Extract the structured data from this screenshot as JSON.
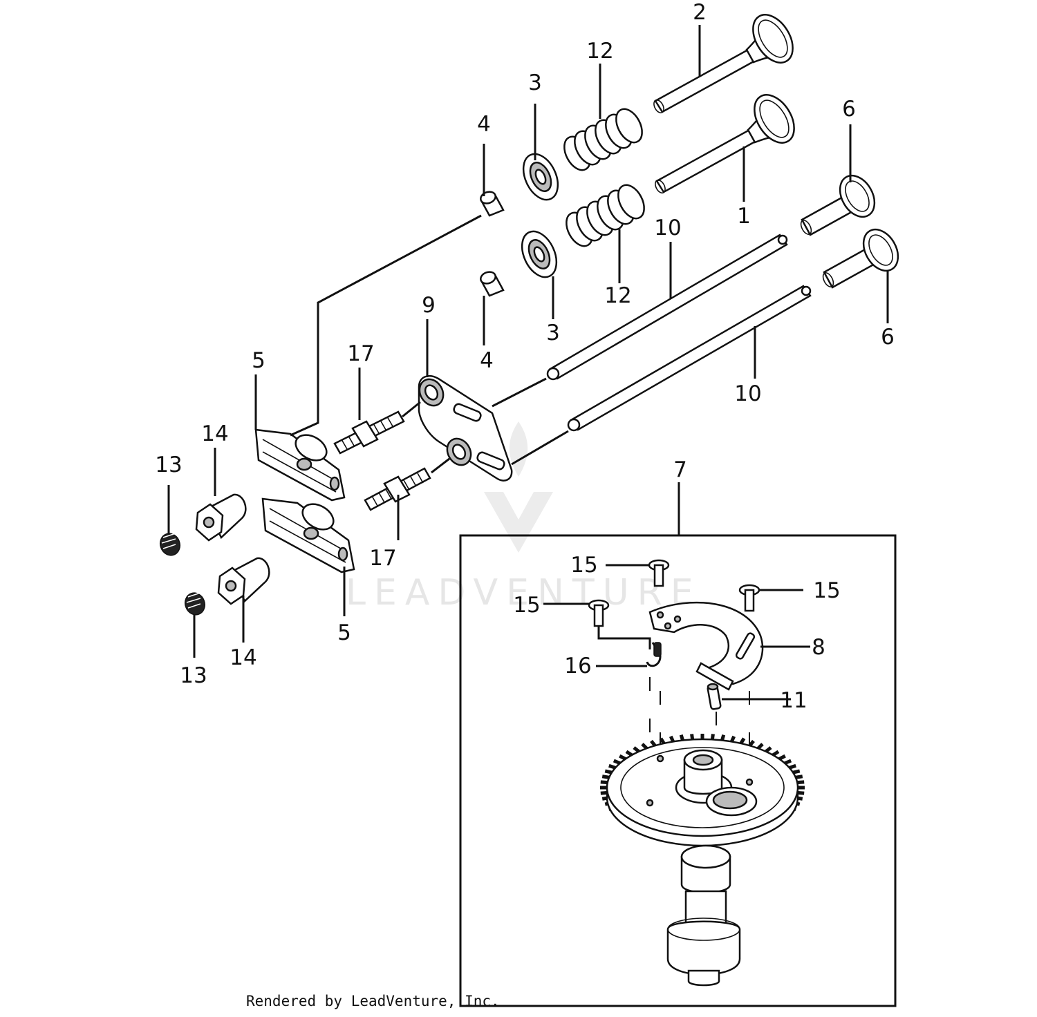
{
  "diagram": {
    "callouts": [
      {
        "id": "c2",
        "text": "2"
      },
      {
        "id": "c12a",
        "text": "12"
      },
      {
        "id": "c3a",
        "text": "3"
      },
      {
        "id": "c4a",
        "text": "4"
      },
      {
        "id": "c6a",
        "text": "6"
      },
      {
        "id": "c1",
        "text": "1"
      },
      {
        "id": "c10a",
        "text": "10"
      },
      {
        "id": "c12b",
        "text": "12"
      },
      {
        "id": "c3b",
        "text": "3"
      },
      {
        "id": "c6b",
        "text": "6"
      },
      {
        "id": "c9",
        "text": "9"
      },
      {
        "id": "c4b",
        "text": "4"
      },
      {
        "id": "c17a",
        "text": "17"
      },
      {
        "id": "c5a",
        "text": "5"
      },
      {
        "id": "c10b",
        "text": "10"
      },
      {
        "id": "c14a",
        "text": "14"
      },
      {
        "id": "c13a",
        "text": "13"
      },
      {
        "id": "c7",
        "text": "7"
      },
      {
        "id": "c17b",
        "text": "17"
      },
      {
        "id": "c15a",
        "text": "15"
      },
      {
        "id": "c15b",
        "text": "15"
      },
      {
        "id": "c15c",
        "text": "15"
      },
      {
        "id": "c8",
        "text": "8"
      },
      {
        "id": "c16",
        "text": "16"
      },
      {
        "id": "c5b",
        "text": "5"
      },
      {
        "id": "c14b",
        "text": "14"
      },
      {
        "id": "c11",
        "text": "11"
      },
      {
        "id": "c13b",
        "text": "13"
      }
    ],
    "watermark": "LEADVENTURE",
    "footer": "Rendered by LeadVenture, Inc."
  }
}
